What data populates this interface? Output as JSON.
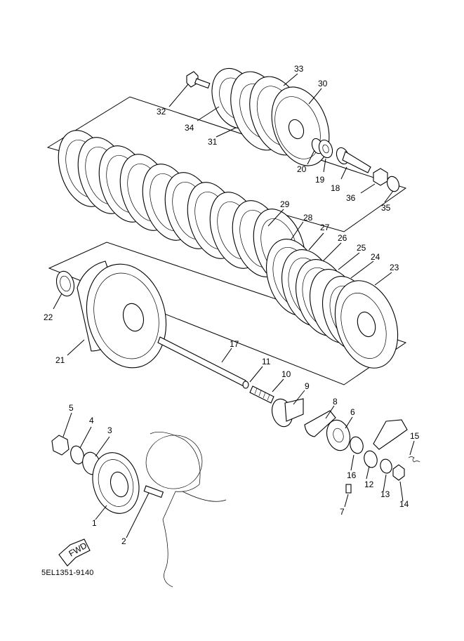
{
  "diagram": {
    "code": "5EL1351-9140",
    "fwd_label": "FWD",
    "callouts": [
      "1",
      "2",
      "3",
      "4",
      "5",
      "6",
      "7",
      "8",
      "9",
      "10",
      "11",
      "12",
      "13",
      "14",
      "15",
      "16",
      "17",
      "19",
      "18",
      "20",
      "21",
      "22",
      "23",
      "24",
      "25",
      "26",
      "27",
      "28",
      "29",
      "30",
      "31",
      "32",
      "33",
      "34",
      "35",
      "36"
    ]
  }
}
